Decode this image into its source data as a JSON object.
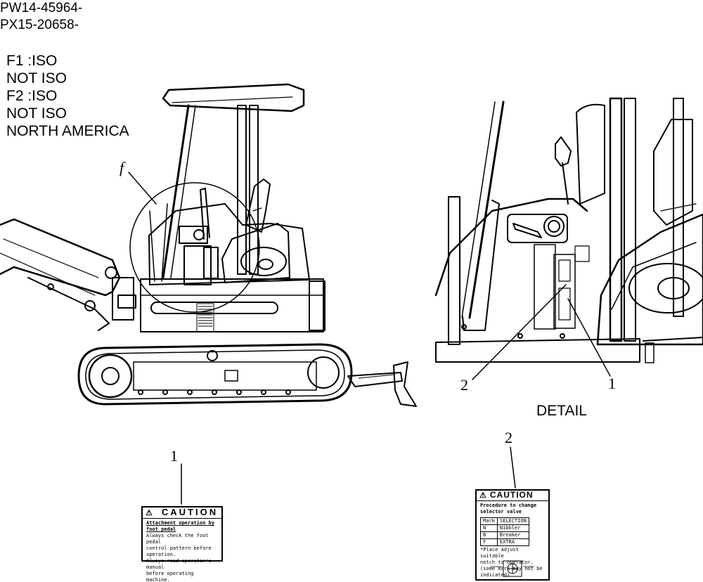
{
  "header": {
    "line1": "PW14-45964-",
    "line2": "PX15-20658-"
  },
  "notes": [
    "F1 :ISO",
    "NOT ISO",
    "F2 :ISO",
    "NOT ISO",
    "NORTH AMERICA"
  ],
  "callouts": {
    "f": "f",
    "detail_1": "1",
    "detail_2": "2",
    "label_1": "1",
    "label_2": "2"
  },
  "detail_caption": "DETAIL",
  "label1": {
    "title": "CAUTION",
    "lines": [
      "Attachment operation by foot pedal",
      "Always check the foot pedal",
      "control pattern before",
      "operation.",
      "Always read operator's manual",
      "before operating machine."
    ]
  },
  "label2": {
    "title": "CAUTION",
    "lines": [
      "Procedure to change",
      "selector valve"
    ],
    "table_header": [
      "Mark",
      "SELECTION"
    ],
    "table_rows": [
      [
        "N",
        "Nibbler"
      ],
      [
        "B",
        "Breaker"
      ],
      [
        "F",
        "EXTRA"
      ]
    ],
    "notes": [
      "*Place adjust suitable",
      "notch to operator.",
      "(some mark may not be",
      "indicated)"
    ]
  }
}
